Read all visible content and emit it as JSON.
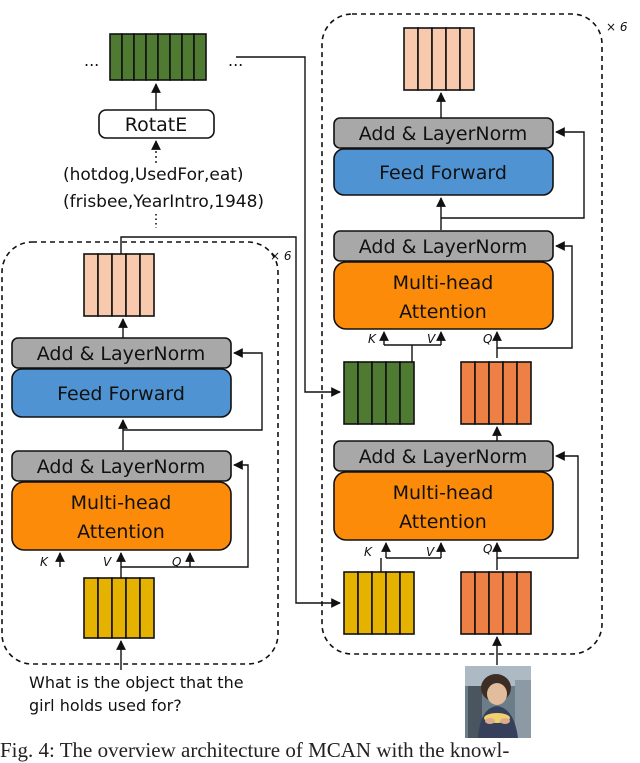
{
  "kg": {
    "ellipsis_left": "...",
    "ellipsis_right": "...",
    "rotate_label": "RotatE",
    "triple_1": "(hotdog,UsedFor,eat)",
    "triple_2": "(frisbee,YearIntro,1948)"
  },
  "encoder": {
    "repeat": "× 6",
    "add_norm_top": "Add & LayerNorm",
    "feed_forward": "Feed Forward",
    "add_norm_bottom": "Add & LayerNorm",
    "attention_line1": "Multi-head",
    "attention_line2": "Attention",
    "k": "K",
    "v": "V",
    "q": "Q"
  },
  "decoder": {
    "repeat": "× 6",
    "add_norm_top": "Add & LayerNorm",
    "feed_forward": "Feed Forward",
    "add_norm_mid": "Add & LayerNorm",
    "cross_attention_line1": "Multi-head",
    "cross_attention_line2": "Attention",
    "cross_k": "K",
    "cross_v": "V",
    "cross_q": "Q",
    "add_norm_bottom": "Add & LayerNorm",
    "self_attention_line1": "Multi-head",
    "self_attention_line2": "Attention",
    "self_k": "K",
    "self_v": "V",
    "self_q": "Q"
  },
  "question": {
    "line1": "What is the object that the",
    "line2": "girl holds used for?"
  },
  "caption": "Fig. 4: The overview architecture of MCAN with the knowl-",
  "colors": {
    "green": "#4f7a32",
    "salmon": "#f8c9ac",
    "orange_feat": "#ee7f45",
    "yellow": "#e5b200",
    "gray_norm": "#a8a8a8",
    "blue_ff": "#4f93d3",
    "orange_attn": "#fb8b09"
  }
}
